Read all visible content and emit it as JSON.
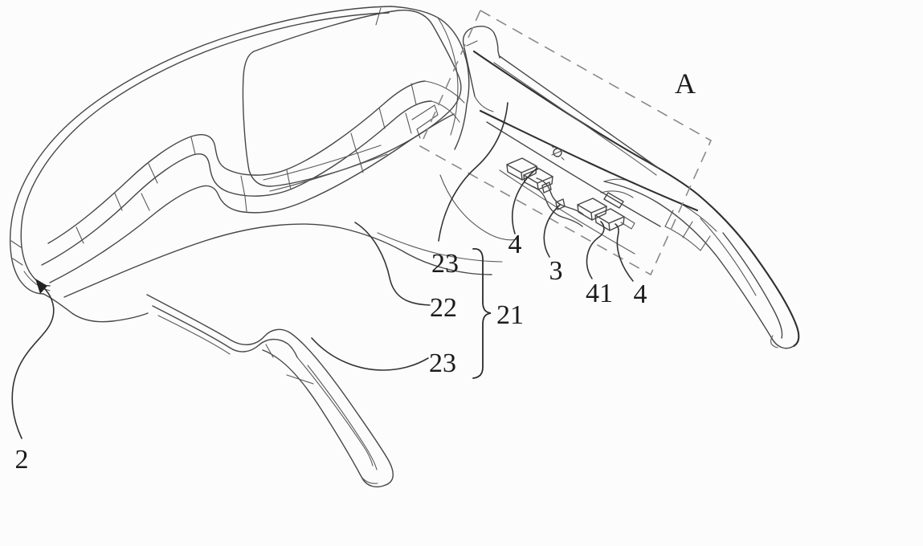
{
  "figure": {
    "colors": {
      "background": "#fcfcfc",
      "line": "#474747",
      "dark_line": "#303030",
      "dashed_box": "#8a8a8a",
      "label_text": "#1b1b1b"
    },
    "labels": {
      "region_a": "A",
      "ref_2": "2",
      "ref_23_upper": "23",
      "ref_22": "22",
      "ref_23_lower": "23",
      "ref_21": "21",
      "ref_4_left": "4",
      "ref_3": "3",
      "ref_41": "41",
      "ref_4_right": "4"
    }
  }
}
